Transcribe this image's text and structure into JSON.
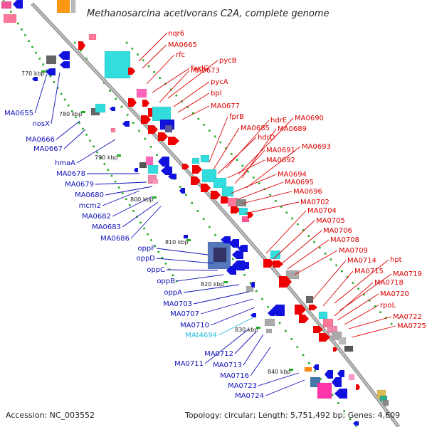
{
  "title": "Methanosarcina acetivorans C2A, complete genome",
  "footer": {
    "accession": "Accession: NC_003552",
    "topology": "Topology: circular; Length: 5,751,492 bp; Genes: 4,609"
  },
  "kbp_ticks": [
    "770 kbp",
    "780 kbp",
    "790 kbp",
    "800 kbp",
    "810 kbp",
    "820 kbp",
    "830 kbp",
    "840 kbp"
  ],
  "right_labels": [
    "nqr6",
    "MA0665",
    "rfc",
    "fwdG",
    "pycB",
    "MA0673",
    "pycA",
    "bpl",
    "MA0677",
    "fprB",
    "hdrE",
    "MA0690",
    "MA0685",
    "MA0689",
    "hdrD",
    "MA0691",
    "MA0693",
    "MA0692",
    "MA0694",
    "MA0695",
    "MA0696",
    "MA0702",
    "MA0704",
    "MA0705",
    "MA0706",
    "MA0708",
    "MA0709",
    "hpt",
    "MA0714",
    "MA0715",
    "MA0719",
    "MA0718",
    "MA0720",
    "rpoL",
    "MA0722",
    "MA0725"
  ],
  "left_labels": [
    "MA0655",
    "nosX",
    "MA0666",
    "MA0667",
    "hmaA",
    "MA0678",
    "MA0679",
    "MA0680",
    "mcm2",
    "MA0682",
    "MA0683",
    "MA0686",
    "oppF",
    "oppD",
    "oppC",
    "oppB",
    "oppA",
    "MA0703",
    "MA0707",
    "MA0710",
    "MAt4694",
    "MA0712",
    "MA0711",
    "MA0713",
    "MA0716",
    "MA0723",
    "MA0724"
  ],
  "colors": {
    "forward_label": "#dd0000",
    "reverse_label": "#1111bb",
    "rna_label": "#22bbdd",
    "forward_gene": "#ee0000",
    "reverse_gene": "#1111dd",
    "backbone": "#999999",
    "tick": "#22aa22"
  }
}
